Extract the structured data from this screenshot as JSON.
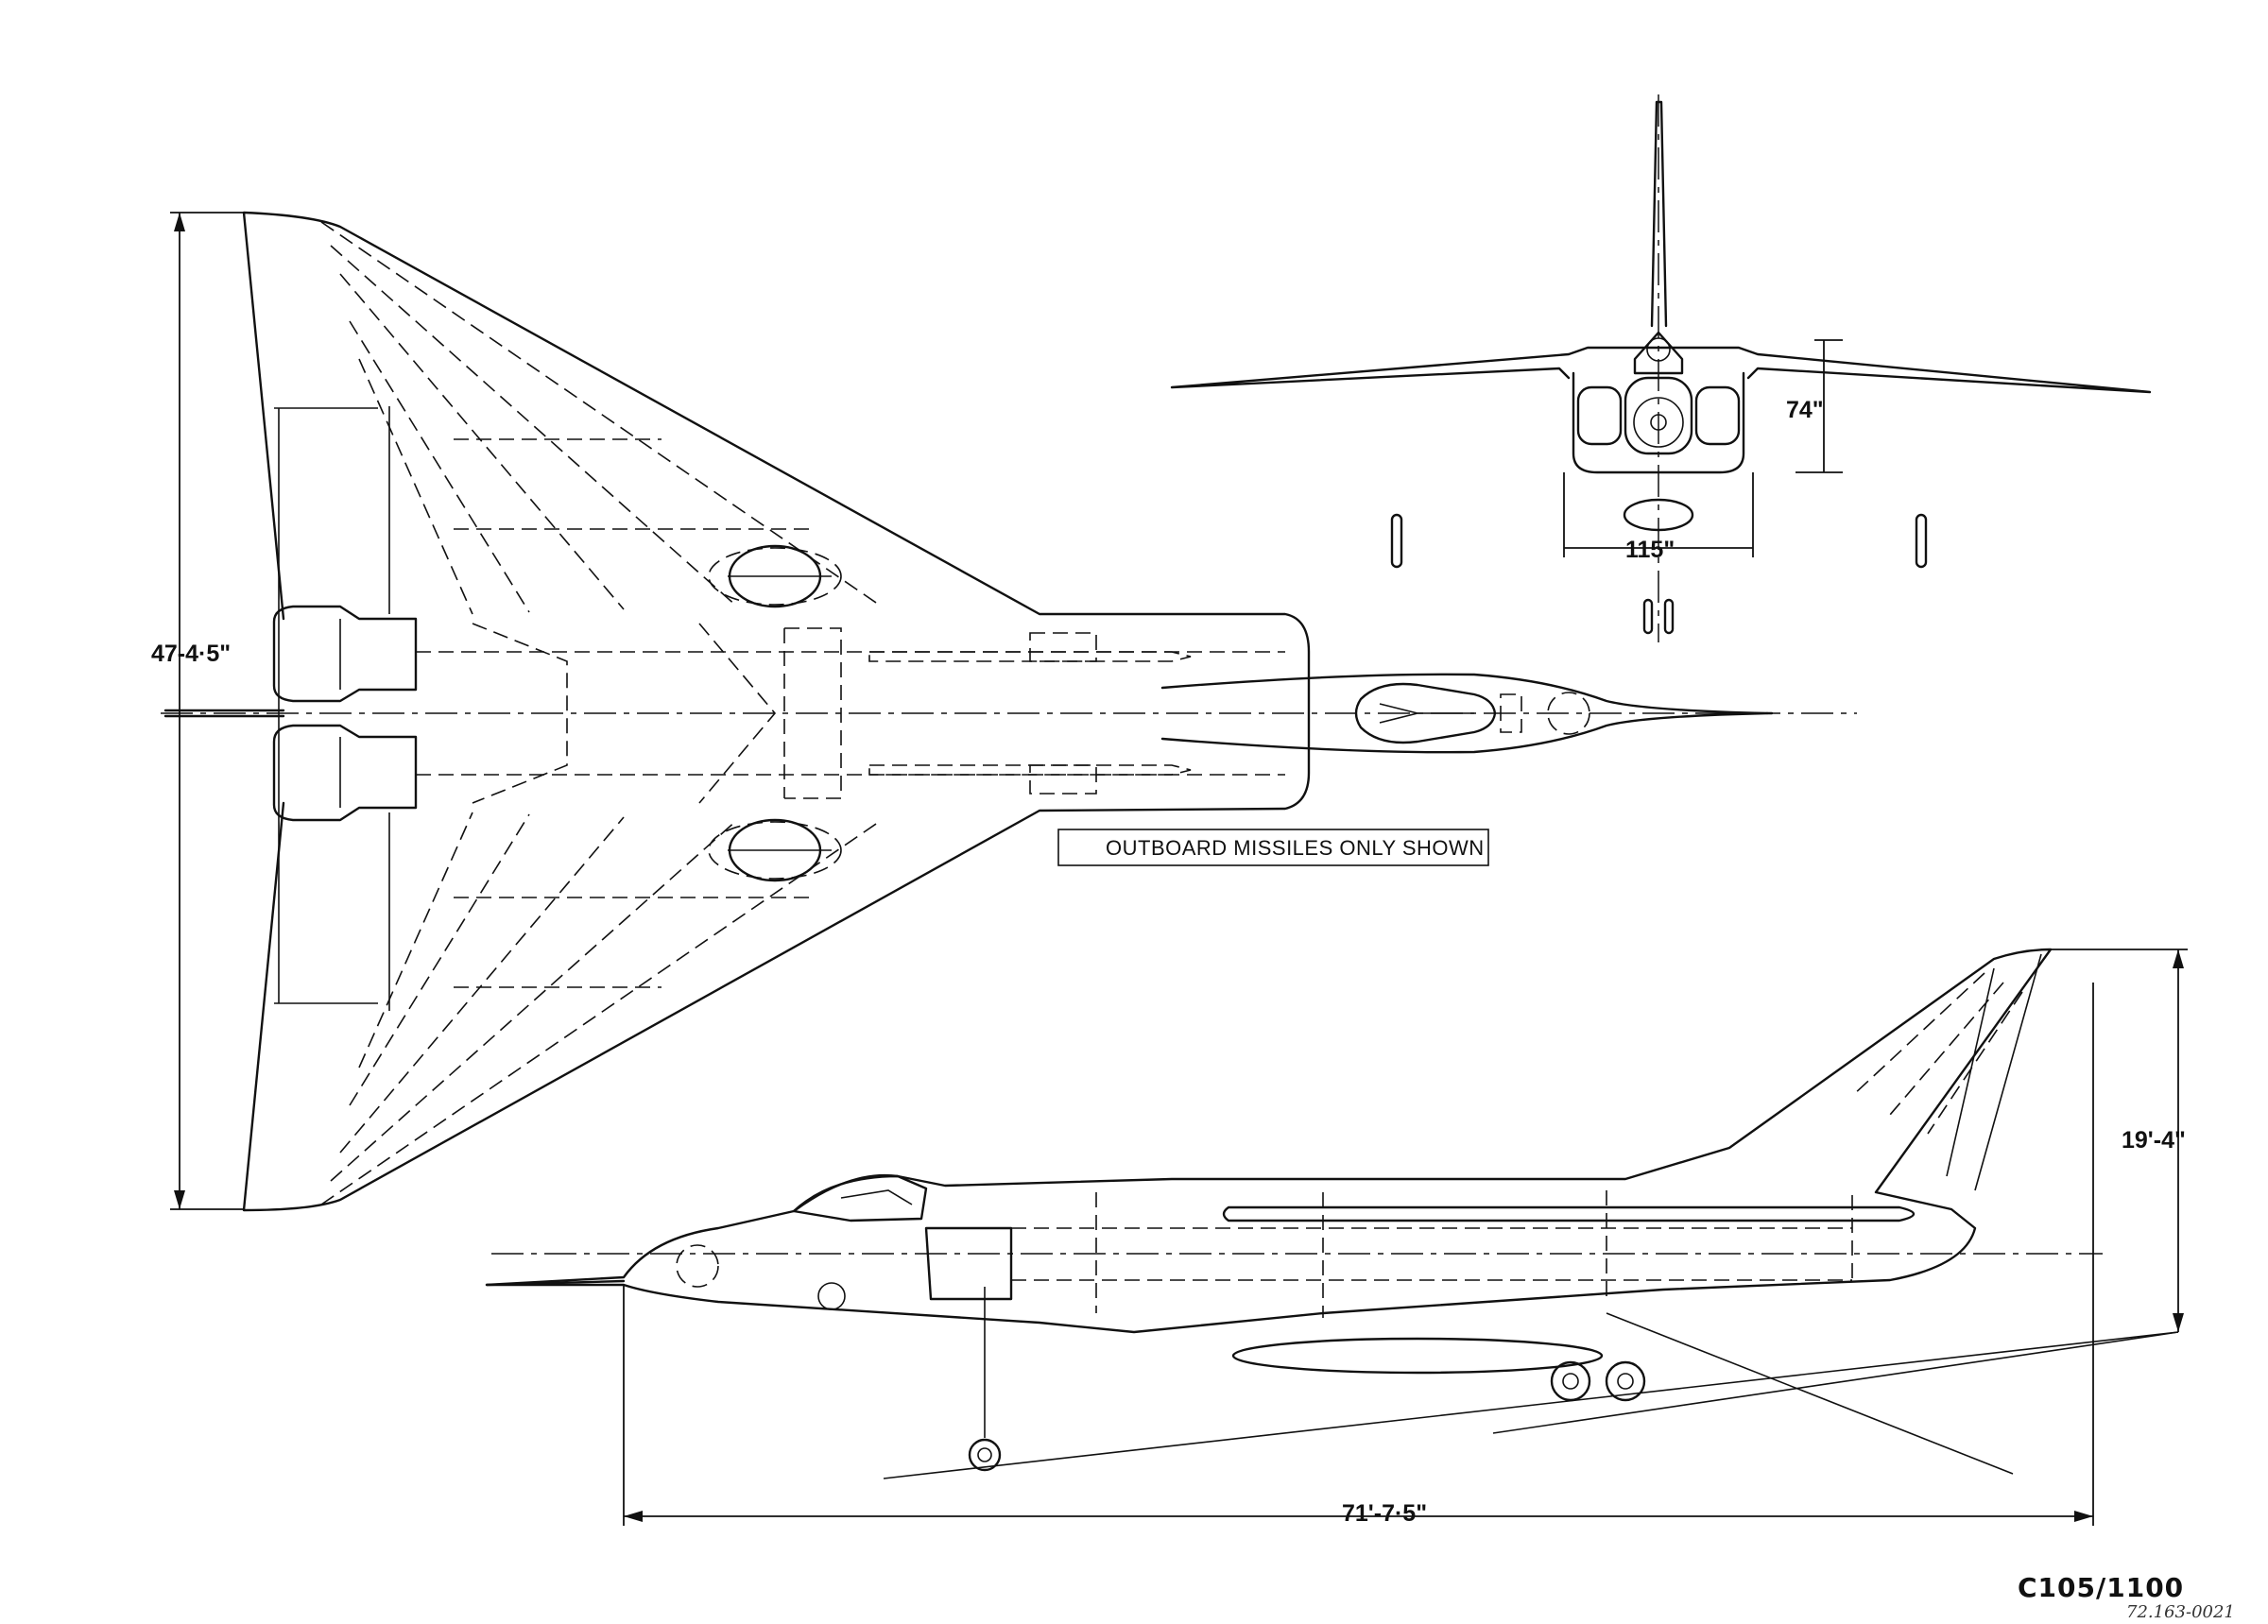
{
  "drawing": {
    "title": "Aircraft three-view general arrangement",
    "drawing_number": "C105/1100",
    "archive_ref": "72.163-0021",
    "note": "OUTBOARD MISSILES ONLY SHOWN"
  },
  "dimensions": {
    "span": "47-4·5\"",
    "length": "71'-7·5\"",
    "height": "19'-4\"",
    "front_height": "74\"",
    "front_width": "115\""
  }
}
